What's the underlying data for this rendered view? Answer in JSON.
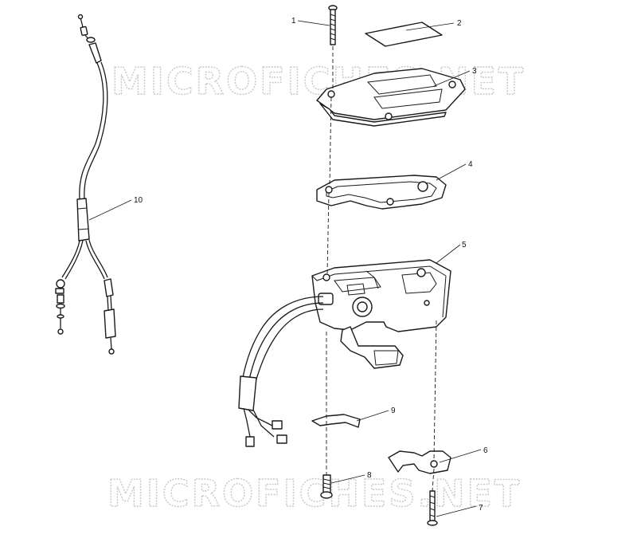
{
  "watermark": {
    "top": "MICROFICHES.NET",
    "bottom": "MICROFICHES.NET"
  },
  "callouts": [
    {
      "id": "1",
      "label": "1"
    },
    {
      "id": "2",
      "label": "2"
    },
    {
      "id": "3",
      "label": "3"
    },
    {
      "id": "4",
      "label": "4"
    },
    {
      "id": "5",
      "label": "5"
    },
    {
      "id": "6",
      "label": "6"
    },
    {
      "id": "7",
      "label": "7"
    },
    {
      "id": "8",
      "label": "8"
    },
    {
      "id": "9",
      "label": "9"
    },
    {
      "id": "10",
      "label": "10"
    }
  ]
}
